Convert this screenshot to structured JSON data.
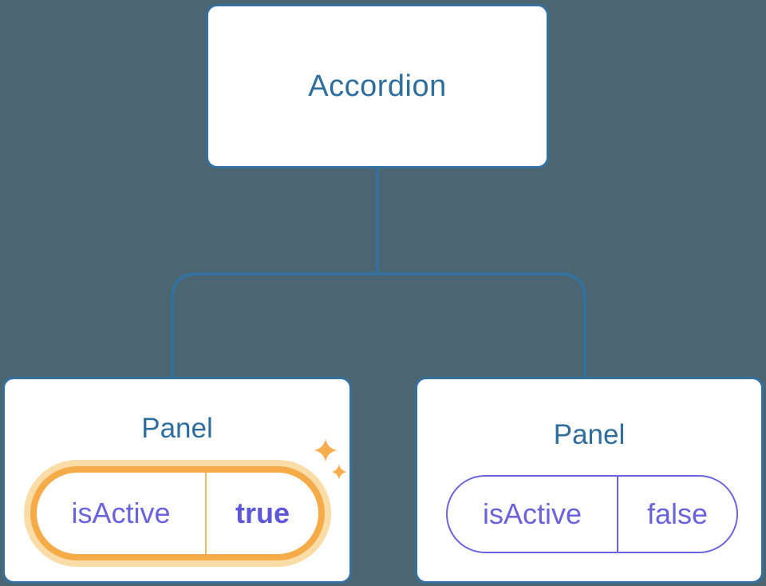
{
  "diagram": {
    "type": "component-tree",
    "root": {
      "label": "Accordion"
    },
    "children": [
      {
        "label": "Panel",
        "state": {
          "key": "isActive",
          "value": "true",
          "highlighted": true
        }
      },
      {
        "label": "Panel",
        "state": {
          "key": "isActive",
          "value": "false",
          "highlighted": false
        }
      }
    ]
  },
  "icons": {
    "sparkle": "✦"
  },
  "colors": {
    "background": "#4C6671",
    "node_fill": "#FFFFFF",
    "node_border": "#35719F",
    "node_label": "#2E6D9C",
    "connector": "#35719F",
    "state_purple": "#6A63DB",
    "state_value_bold": "#5D56D8",
    "highlight_orange": "#F5AB48",
    "highlight_halo": "#F9DCA6",
    "sparkle": "#F6AC4F"
  }
}
